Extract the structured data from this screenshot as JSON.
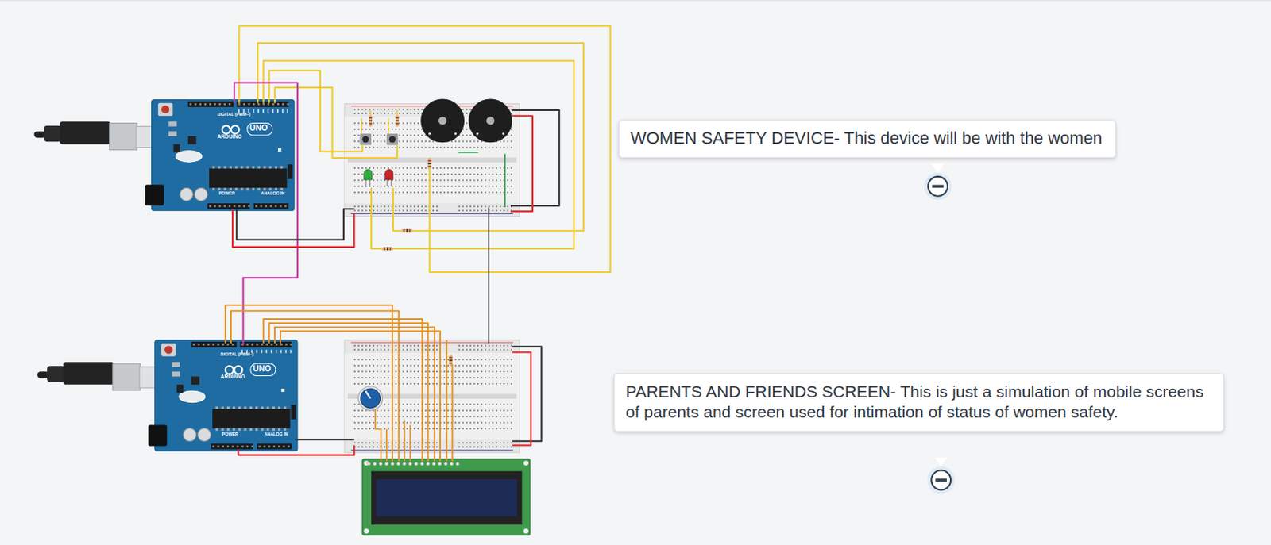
{
  "diagram": {
    "nodes": [
      {
        "text": [
          "WOMEN SAFETY DEVICE- This device will be with the women"
        ]
      },
      {
        "text": [
          "PARENTS AND FRIENDS SCREEN- This is just a simulation of mobile screens of parents and screen used for intimation of status of women safety."
        ]
      }
    ],
    "labels": [
      "DIGITAL (PWM~)",
      "ARDUINO",
      "UNO",
      "POWER",
      "ANALOG IN",
      "DIGITAL (PWM~)",
      "ARDUINO",
      "UNO",
      "POWER",
      "ANALOG IN"
    ]
  }
}
